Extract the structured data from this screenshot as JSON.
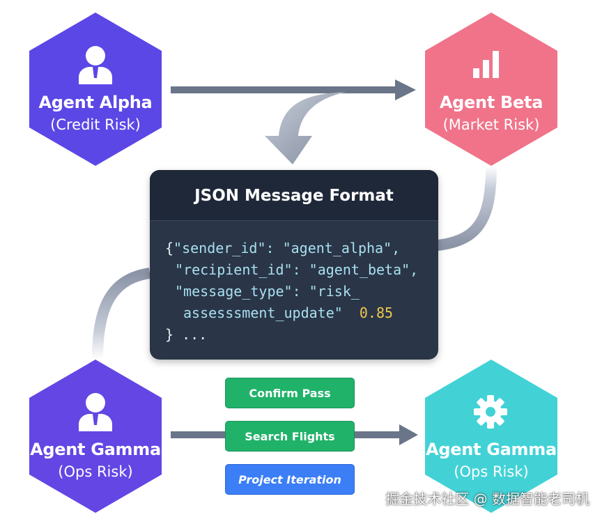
{
  "nodes": {
    "alpha": {
      "title": "Agent Alpha",
      "subtitle": "(Credit Risk)",
      "color": "#5b47e6",
      "icon": "user-icon"
    },
    "beta": {
      "title": "Agent Beta",
      "subtitle": "(Market Risk)",
      "color": "#f07389",
      "icon": "bar-chart-icon"
    },
    "gamma_left": {
      "title": "Agent Gamma",
      "subtitle": "(Ops Risk)",
      "color": "#6346e4",
      "icon": "user-icon"
    },
    "gamma_right": {
      "title": "Agent Gamma",
      "subtitle": "(Ops Risk)",
      "color": "#42d2d6",
      "icon": "gear-icon"
    }
  },
  "message_card": {
    "title": "JSON Message Format",
    "lines": {
      "l1": {
        "brace": "{",
        "text": "\"sender_id\": \"agent_alpha\","
      },
      "l2": {
        "text": "\"recipient_id\": \"agent_beta\","
      },
      "l3": {
        "text": "\"message_type\": \"risk_"
      },
      "l4": {
        "text": "assesssment_update\"",
        "number": "0.85"
      },
      "l5": {
        "text": "} ..."
      }
    }
  },
  "actions": {
    "confirm": "Confirm Pass",
    "search": "Search Flights",
    "iteration": "Project Iteration"
  },
  "colors": {
    "arrow": "#6b7589",
    "connector": "#8f98aa",
    "pill_green": "#21b26a",
    "pill_blue": "#3b7ef6",
    "card": "#2a3547"
  },
  "watermark": "掘金技术社区 @ 数据智能老司机"
}
